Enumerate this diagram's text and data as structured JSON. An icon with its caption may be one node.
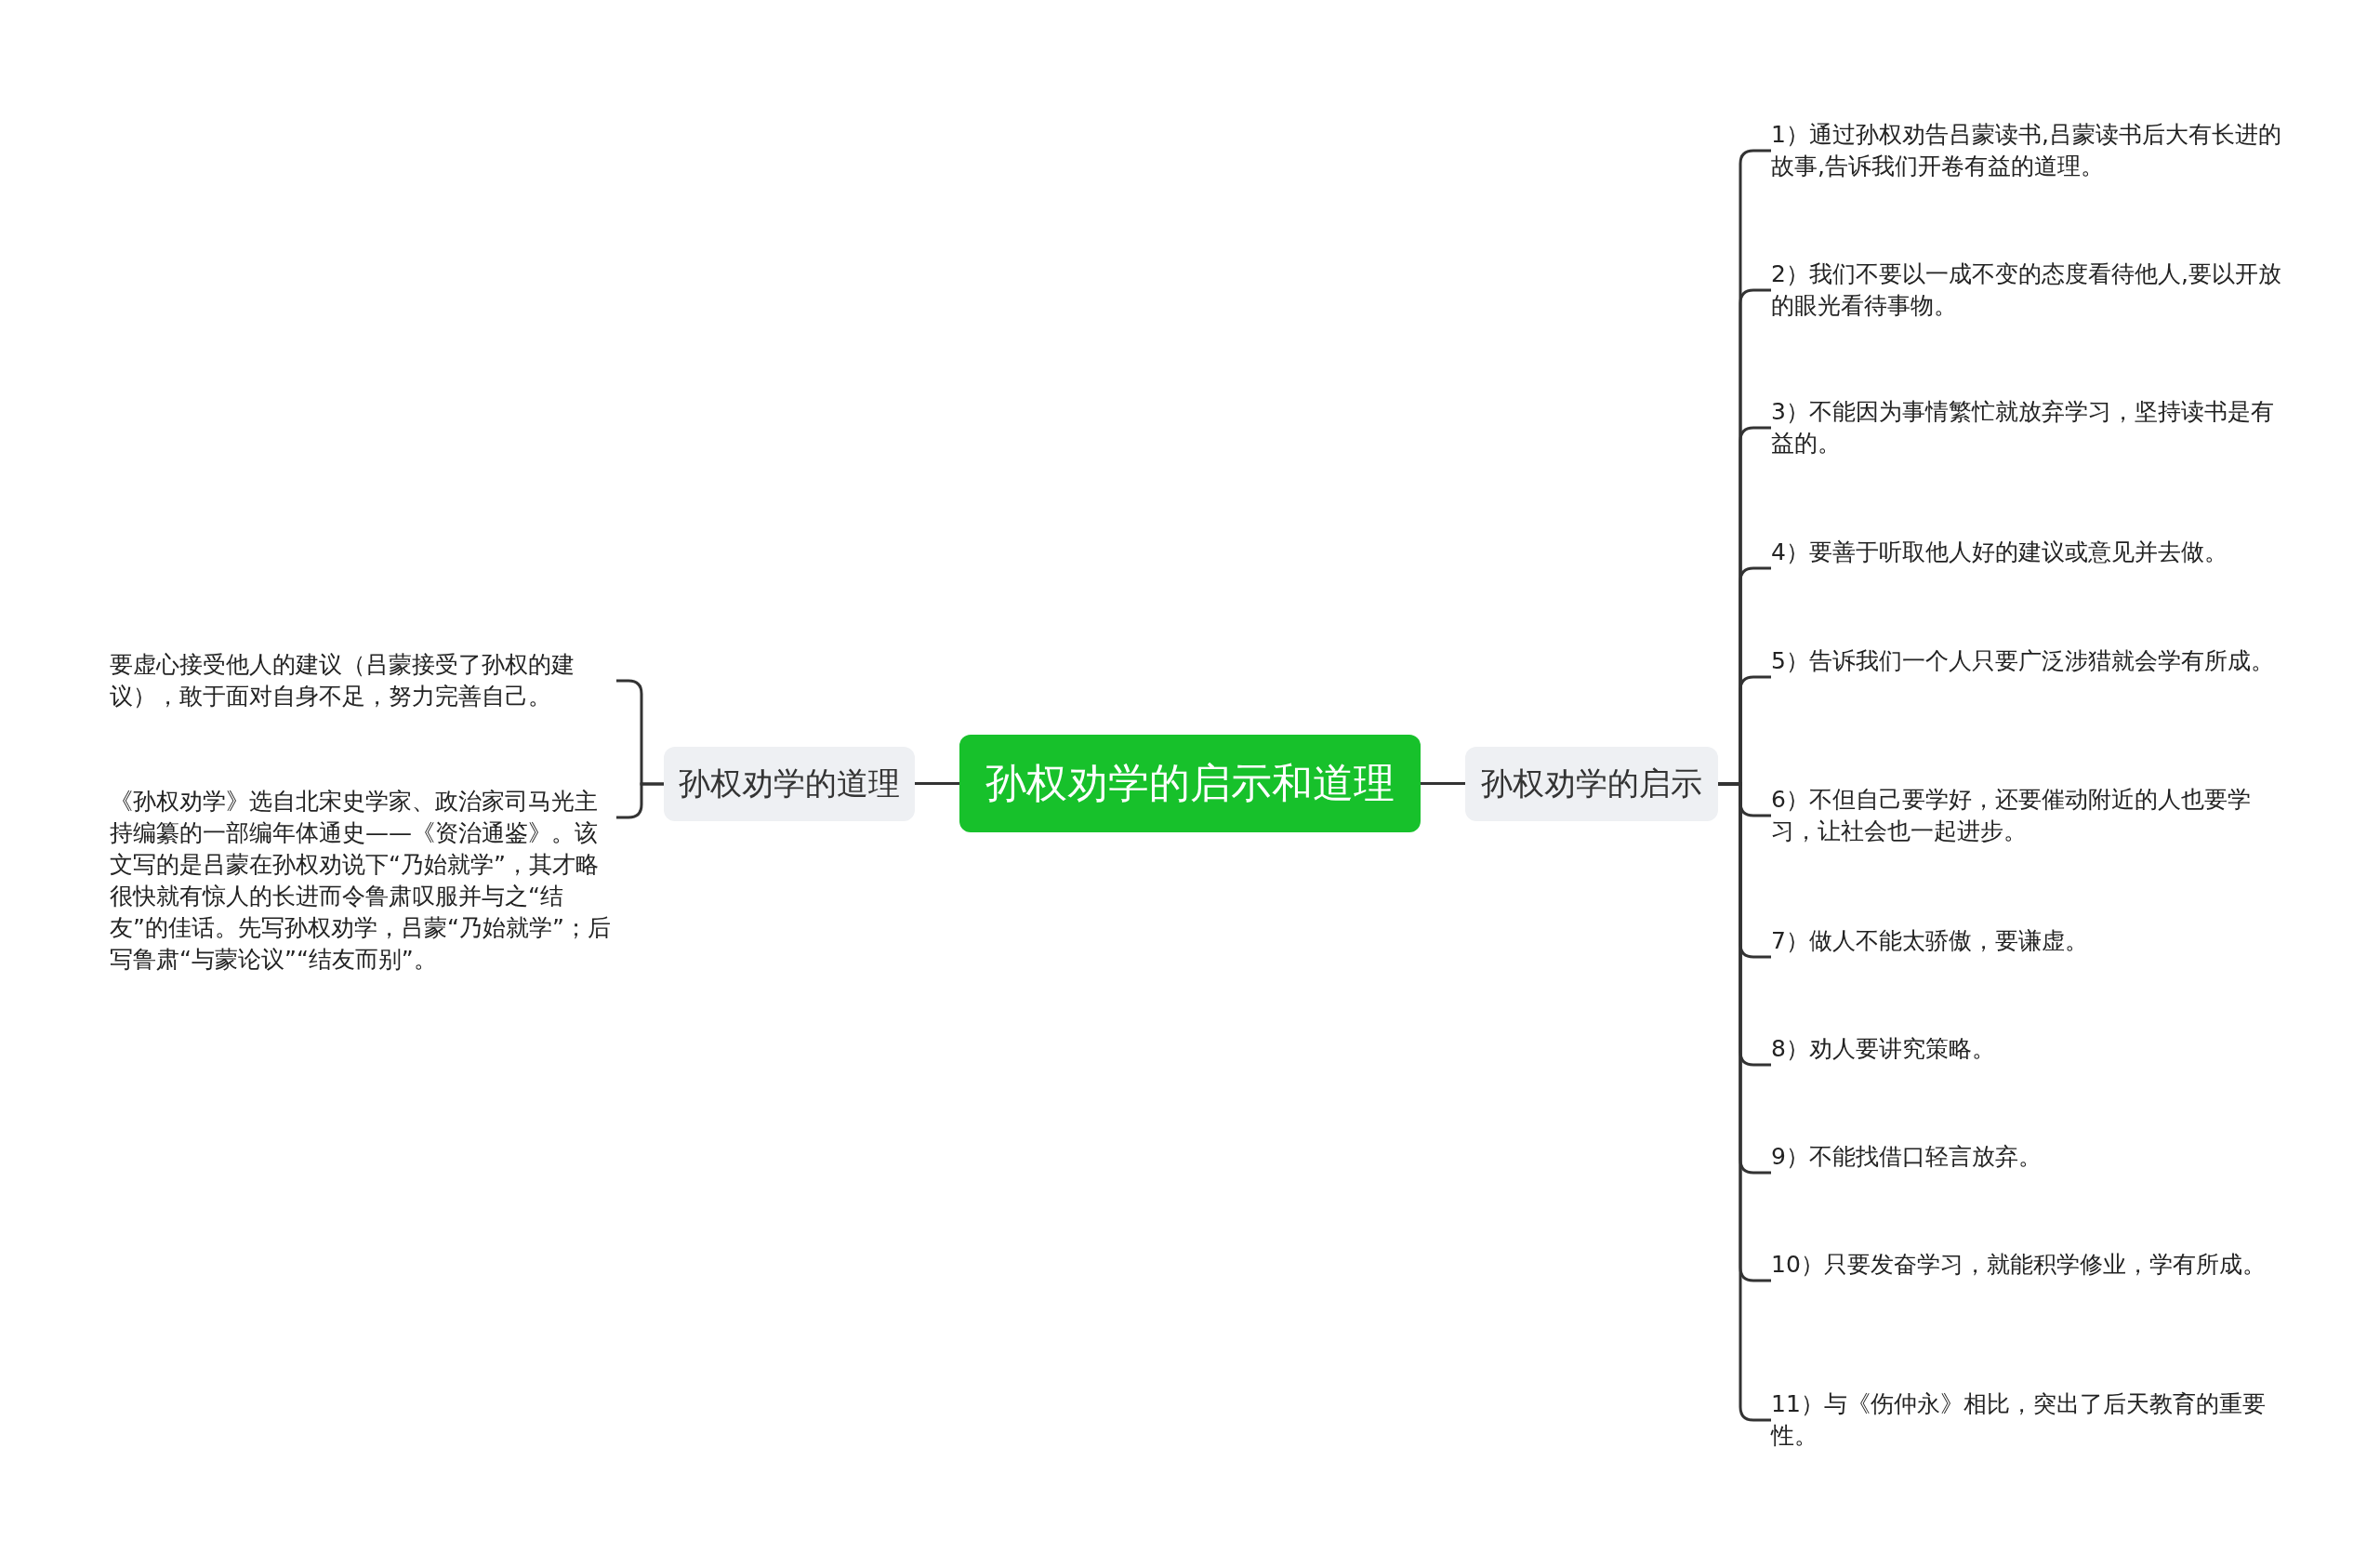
{
  "diagram": {
    "nodes": [
      {
        "text": [
          "孙权劝学的启示和道理"
        ]
      },
      {
        "text": [
          "孙权劝学的道理"
        ]
      },
      {
        "text": [
          "要虚心接受他人的建议（吕蒙接受了孙权的建议），敢于面对自身不足，努力完善自己。"
        ]
      },
      {
        "text": [
          "《孙权劝学》选自北宋史学家、政治家司马光主持编纂的一部编年体通史——《资治通鉴》。该文写的是吕蒙在孙权劝说下“乃始就学”，其才略很快就有惊人的长进而令鲁肃叹服并与之“结友”的佳话。先写孙权劝学，吕蒙“乃始就学”；后写鲁肃“与蒙论议”“结友而别”。"
        ]
      },
      {
        "text": [
          "孙权劝学的启示"
        ]
      },
      {
        "text": [
          "1）通过孙权劝告吕蒙读书,吕蒙读书后大有长进的故事,告诉我们开卷有益的道理。"
        ]
      },
      {
        "text": [
          "2）我们不要以一成不变的态度看待他人,要以开放的眼光看待事物。"
        ]
      },
      {
        "text": [
          "3）不能因为事情繁忙就放弃学习，坚持读书是有益的。"
        ]
      },
      {
        "text": [
          "4）要善于听取他人好的建议或意见并去做。"
        ]
      },
      {
        "text": [
          "5）告诉我们一个人只要广泛涉猎就会学有所成。"
        ]
      },
      {
        "text": [
          "6）不但自己要学好，还要催动附近的人也要学习，让社会也一起进步。"
        ]
      },
      {
        "text": [
          "7）做人不能太骄傲，要谦虚。"
        ]
      },
      {
        "text": [
          "8）劝人要讲究策略。"
        ]
      },
      {
        "text": [
          "9）不能找借口轻言放弃。"
        ]
      },
      {
        "text": [
          "10）只要发奋学习，就能积学修业，学有所成。"
        ]
      },
      {
        "text": [
          "11）与《伤仲永》相比，突出了后天教育的重要性。"
        ]
      }
    ],
    "edges": [
      {
        "from": 0,
        "to": 1,
        "arrow": "none"
      },
      {
        "from": 0,
        "to": 4,
        "arrow": "none"
      },
      {
        "from": 1,
        "to": 2,
        "arrow": "none"
      },
      {
        "from": 1,
        "to": 3,
        "arrow": "none"
      },
      {
        "from": 4,
        "to": 5,
        "arrow": "none"
      },
      {
        "from": 4,
        "to": 6,
        "arrow": "none"
      },
      {
        "from": 4,
        "to": 7,
        "arrow": "none"
      },
      {
        "from": 4,
        "to": 8,
        "arrow": "none"
      },
      {
        "from": 4,
        "to": 9,
        "arrow": "none"
      },
      {
        "from": 4,
        "to": 10,
        "arrow": "none"
      },
      {
        "from": 4,
        "to": 11,
        "arrow": "none"
      },
      {
        "from": 4,
        "to": 12,
        "arrow": "none"
      },
      {
        "from": 4,
        "to": 13,
        "arrow": "none"
      },
      {
        "from": 4,
        "to": 14,
        "arrow": "none"
      },
      {
        "from": 4,
        "to": 15,
        "arrow": "none"
      }
    ]
  }
}
